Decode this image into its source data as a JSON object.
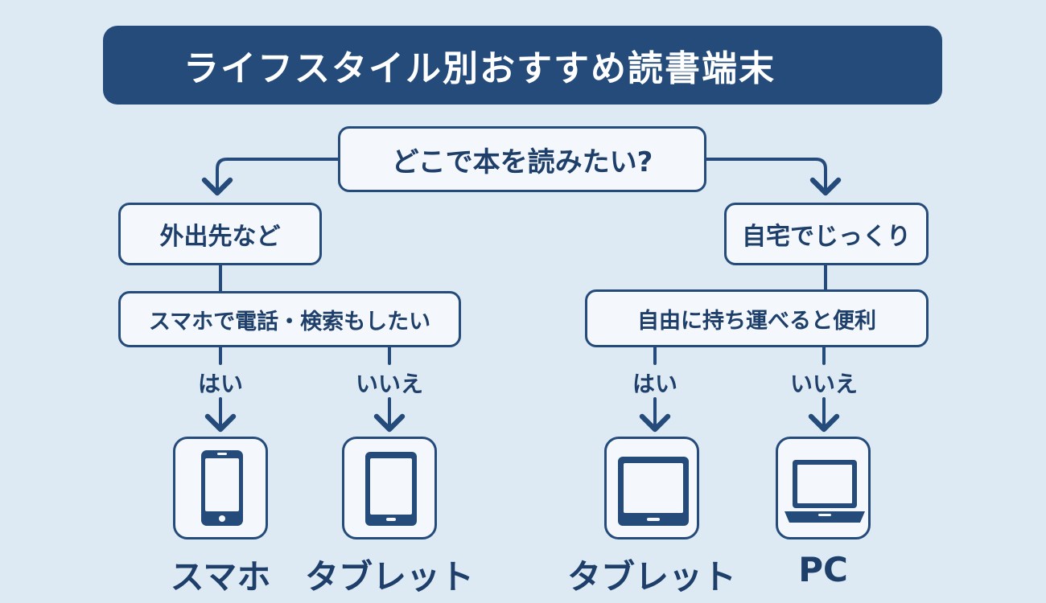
{
  "title": "ライフスタイル別おすすめ読書端末",
  "question": "どこで本を読みたい?",
  "branches": {
    "left": {
      "label": "外出先など",
      "question": "スマホで電話・検索もしたい",
      "yes": {
        "answer": "はい",
        "device": "スマホ",
        "icon": "smartphone-icon"
      },
      "no": {
        "answer": "いいえ",
        "device": "タブレット",
        "icon": "tablet-icon"
      }
    },
    "right": {
      "label": "自宅でじっくり",
      "question": "自由に持ち運べると便利",
      "yes": {
        "answer": "はい",
        "device": "タブレット",
        "icon": "tablet-landscape-icon"
      },
      "no": {
        "answer": "いいえ",
        "device": "PC",
        "icon": "laptop-icon"
      }
    }
  },
  "colors": {
    "background": "#dde9f3",
    "primary": "#244b79",
    "box_fill": "#f4f8fc",
    "text": "#1f3f6b"
  }
}
